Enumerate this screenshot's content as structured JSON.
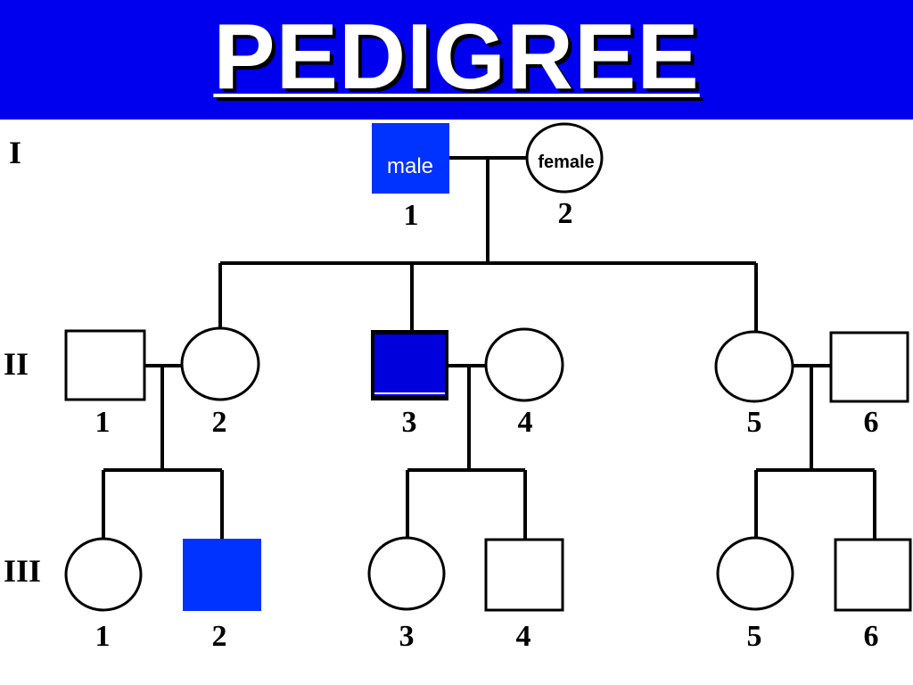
{
  "title": "PEDIGREE",
  "colors": {
    "header": "#0000ee",
    "affected": "#0033ff",
    "affected_dark": "#0000dd",
    "line": "#000000"
  },
  "generations": [
    {
      "label": "I"
    },
    {
      "label": "II"
    },
    {
      "label": "III"
    }
  ],
  "individuals": [
    {
      "id": "I-1",
      "sex": "male",
      "number": "1",
      "affected": true,
      "text": "male"
    },
    {
      "id": "I-2",
      "sex": "female",
      "number": "2",
      "affected": false,
      "text": "female"
    },
    {
      "id": "II-1",
      "sex": "male",
      "number": "1",
      "affected": false
    },
    {
      "id": "II-2",
      "sex": "female",
      "number": "2",
      "affected": false
    },
    {
      "id": "II-3",
      "sex": "male",
      "number": "3",
      "affected": true
    },
    {
      "id": "II-4",
      "sex": "female",
      "number": "4",
      "affected": false
    },
    {
      "id": "II-5",
      "sex": "female",
      "number": "5",
      "affected": false
    },
    {
      "id": "II-6",
      "sex": "male",
      "number": "6",
      "affected": false
    },
    {
      "id": "III-1",
      "sex": "female",
      "number": "1",
      "affected": false
    },
    {
      "id": "III-2",
      "sex": "male",
      "number": "2",
      "affected": true
    },
    {
      "id": "III-3",
      "sex": "female",
      "number": "3",
      "affected": false
    },
    {
      "id": "III-4",
      "sex": "male",
      "number": "4",
      "affected": false
    },
    {
      "id": "III-5",
      "sex": "female",
      "number": "5",
      "affected": false
    },
    {
      "id": "III-6",
      "sex": "male",
      "number": "6",
      "affected": false
    }
  ]
}
